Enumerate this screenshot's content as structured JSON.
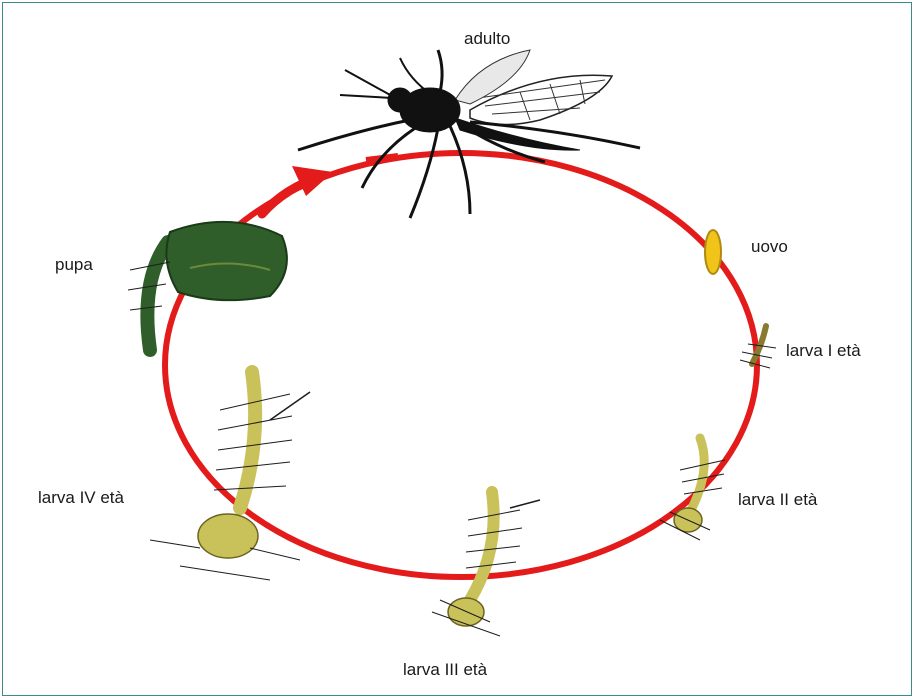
{
  "diagram": {
    "cycle_color": "#e41b1b",
    "stages": {
      "adult": "adulto",
      "egg": "uovo",
      "larva1": "larva I età",
      "larva2": "larva II età",
      "larva3": "larva III età",
      "larva4": "larva IV età",
      "pupa": "pupa"
    },
    "colors": {
      "mosquito": "#111111",
      "egg": "#f0c419",
      "larva_body": "#c9c25a",
      "larva_outline": "#6b6420",
      "pupa": "#2f5e2a",
      "bristles": "#1c1c1c"
    }
  }
}
